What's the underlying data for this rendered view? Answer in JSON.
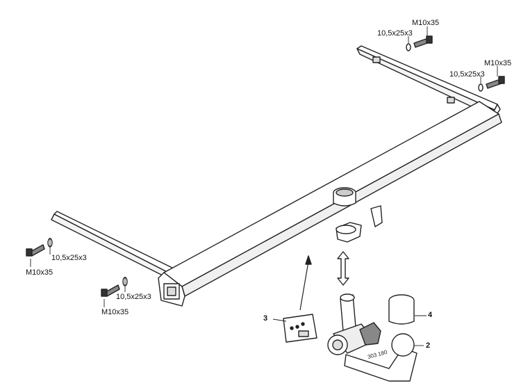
{
  "diagram": {
    "hardware": {
      "bolt": "M10x35",
      "washer": "10,5x25x3"
    },
    "callouts": {
      "bracket_label": "3",
      "ball_neck": "2",
      "cap": "4"
    },
    "stamp": "303 180"
  }
}
